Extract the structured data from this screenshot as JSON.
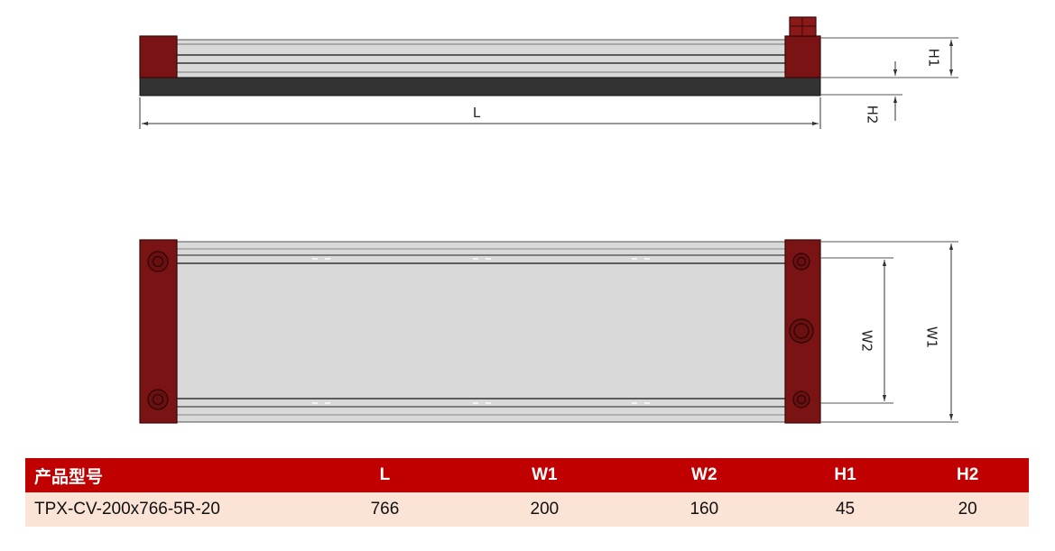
{
  "drawing": {
    "dimension_labels": {
      "length": "L",
      "height_1": "H1",
      "height_2": "H2",
      "width_1": "W1",
      "width_2": "W2"
    },
    "colors": {
      "end_cap": "#7a1414",
      "end_cap_edge": "#3a0606",
      "rail": "#d9d9d9",
      "rail_edge": "#555555",
      "base": "#333333",
      "dimension_line": "#333333"
    }
  },
  "spec_table": {
    "headers": [
      "产品型号",
      "L",
      "W1",
      "W2",
      "H1",
      "H2"
    ],
    "rows": [
      [
        "TPX-CV-200x766-5R-20",
        "766",
        "200",
        "160",
        "45",
        "20"
      ]
    ],
    "header_color": "#c00000",
    "row_color": "#fbe3d6"
  }
}
